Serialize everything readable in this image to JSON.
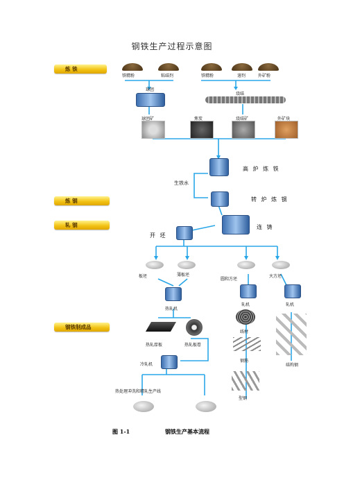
{
  "title": "钢铁生产过程示意图",
  "stages": {
    "ironmaking": "炼 铁",
    "steelmaking": "炼 钢",
    "rolling": "轧 钢",
    "products": "钢铁制成品"
  },
  "raw_materials": [
    "铁精粉",
    "粘结剂",
    "铁精粉",
    "溶剂",
    "外矿粉"
  ],
  "processes": {
    "pelletizing": "球团",
    "sintering": "烧结",
    "blast_furnace": "高 炉 炼 铁",
    "hot_metal": "生铁水",
    "converter": "转 炉 炼 钢",
    "casting": "连 铸",
    "blooming": "开 坯"
  },
  "burden": [
    "球团矿",
    "焦炭",
    "烧结矿",
    "外矿块"
  ],
  "semis": [
    "板坯",
    "薄板坯",
    "圆和方坯",
    "大方坯"
  ],
  "mills": {
    "hot_strip": "热轧机",
    "bar_mill": "轧机",
    "section_mill": "轧机",
    "cold": "冷轧机",
    "cold_line": "热处理冲洗和精轧生产线"
  },
  "products": {
    "plate": "热轧厚板",
    "coil": "热轧板卷",
    "wire": "线材",
    "rebar": "钢筋",
    "pipe": "型钢",
    "section": "结构钢"
  },
  "caption": {
    "number": "图 1-1",
    "text": "钢铁生产基本流程"
  },
  "colors": {
    "flow": "#29a6e8",
    "stage": "#f3c418",
    "machine": "#3d6fb0"
  }
}
